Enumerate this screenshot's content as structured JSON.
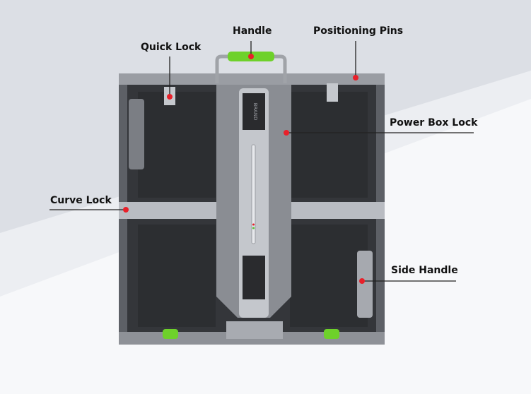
{
  "callouts": {
    "handle": "Handle",
    "positioning_pins": "Positioning Pins",
    "quick_lock": "Quick Lock",
    "power_box_lock": "Power Box Lock",
    "curve_lock": "Curve Lock",
    "side_handle": "Side Handle"
  },
  "power_box": {
    "brand": "BRAND"
  },
  "colors": {
    "accent_dot": "#e8202a",
    "handle_grip": "#6ed12a",
    "background": "#dcdfe5",
    "cabinet": "#3a3c40"
  }
}
